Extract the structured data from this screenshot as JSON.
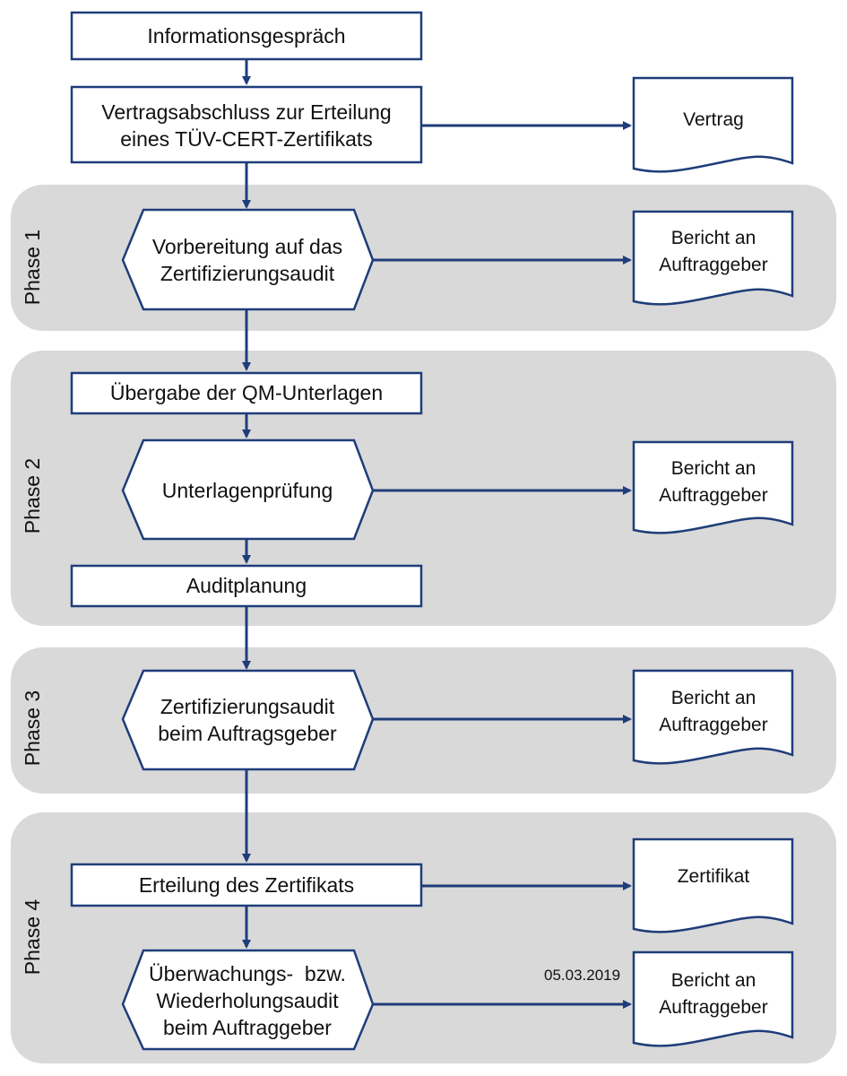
{
  "phases": [
    "Phase 1",
    "Phase 2",
    "Phase 3",
    "Phase 4"
  ],
  "steps": {
    "informationsgespraech": "Informationsgespräch",
    "vertragsabschluss": [
      "Vertragsabschluss zur Erteilung",
      "eines TÜV-CERT-Zertifikats"
    ],
    "vorbereitung": [
      "Vorbereitung auf das",
      "Zertifizierungsaudit"
    ],
    "uebergabe": "Übergabe der QM-Unterlagen",
    "unterlagenpruefung": "Unterlagenprüfung",
    "auditplanung": "Auditplanung",
    "zertifizierungsaudit": [
      "Zertifizierungsaudit",
      "beim Auftragsgeber"
    ],
    "erteilung": "Erteilung des Zertifikats",
    "ueberwachung": [
      "Überwachungs-  bzw.",
      "Wiederholungsaudit",
      "beim Auftraggeber"
    ]
  },
  "documents": {
    "vertrag": "Vertrag",
    "bericht_phase1": [
      "Bericht an",
      "Auftraggeber"
    ],
    "bericht_phase2": [
      "Bericht an",
      "Auftraggeber"
    ],
    "bericht_phase3": [
      "Bericht an",
      "Auftraggeber"
    ],
    "zertifikat": "Zertifikat",
    "bericht_phase4": [
      "Bericht an",
      "Auftraggeber"
    ]
  },
  "date_stamp": "05.03.2019",
  "colors": {
    "line": "#1f3d7a",
    "phase_background": "#d9d9d9",
    "box_fill": "#ffffff",
    "text": "#111111"
  }
}
